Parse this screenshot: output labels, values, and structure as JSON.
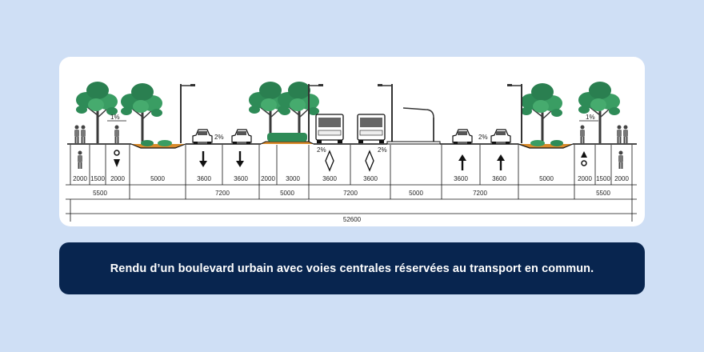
{
  "caption": "Rendu d’un boulevard urbain avec voies centrales réservées au transport en commun.",
  "row1": [
    "2000",
    "1500",
    "2000",
    "5000",
    "3600",
    "3600",
    "2000",
    "3000",
    "3600",
    "3600",
    "5000",
    "3600",
    "3600",
    "5000",
    "2000",
    "1500",
    "2000"
  ],
  "row2": [
    "5500",
    "7200",
    "5000",
    "7200",
    "5000",
    "7200",
    "5500"
  ],
  "total": "52600",
  "slopes": [
    "1%",
    "2%",
    "2%",
    "2%",
    "2%",
    "1%"
  ],
  "colors": {
    "background": "#cfdff5",
    "card": "#ffffff",
    "caption_bg": "#08254f",
    "tree": "#2e8b57",
    "soil": "#d98b2b"
  }
}
